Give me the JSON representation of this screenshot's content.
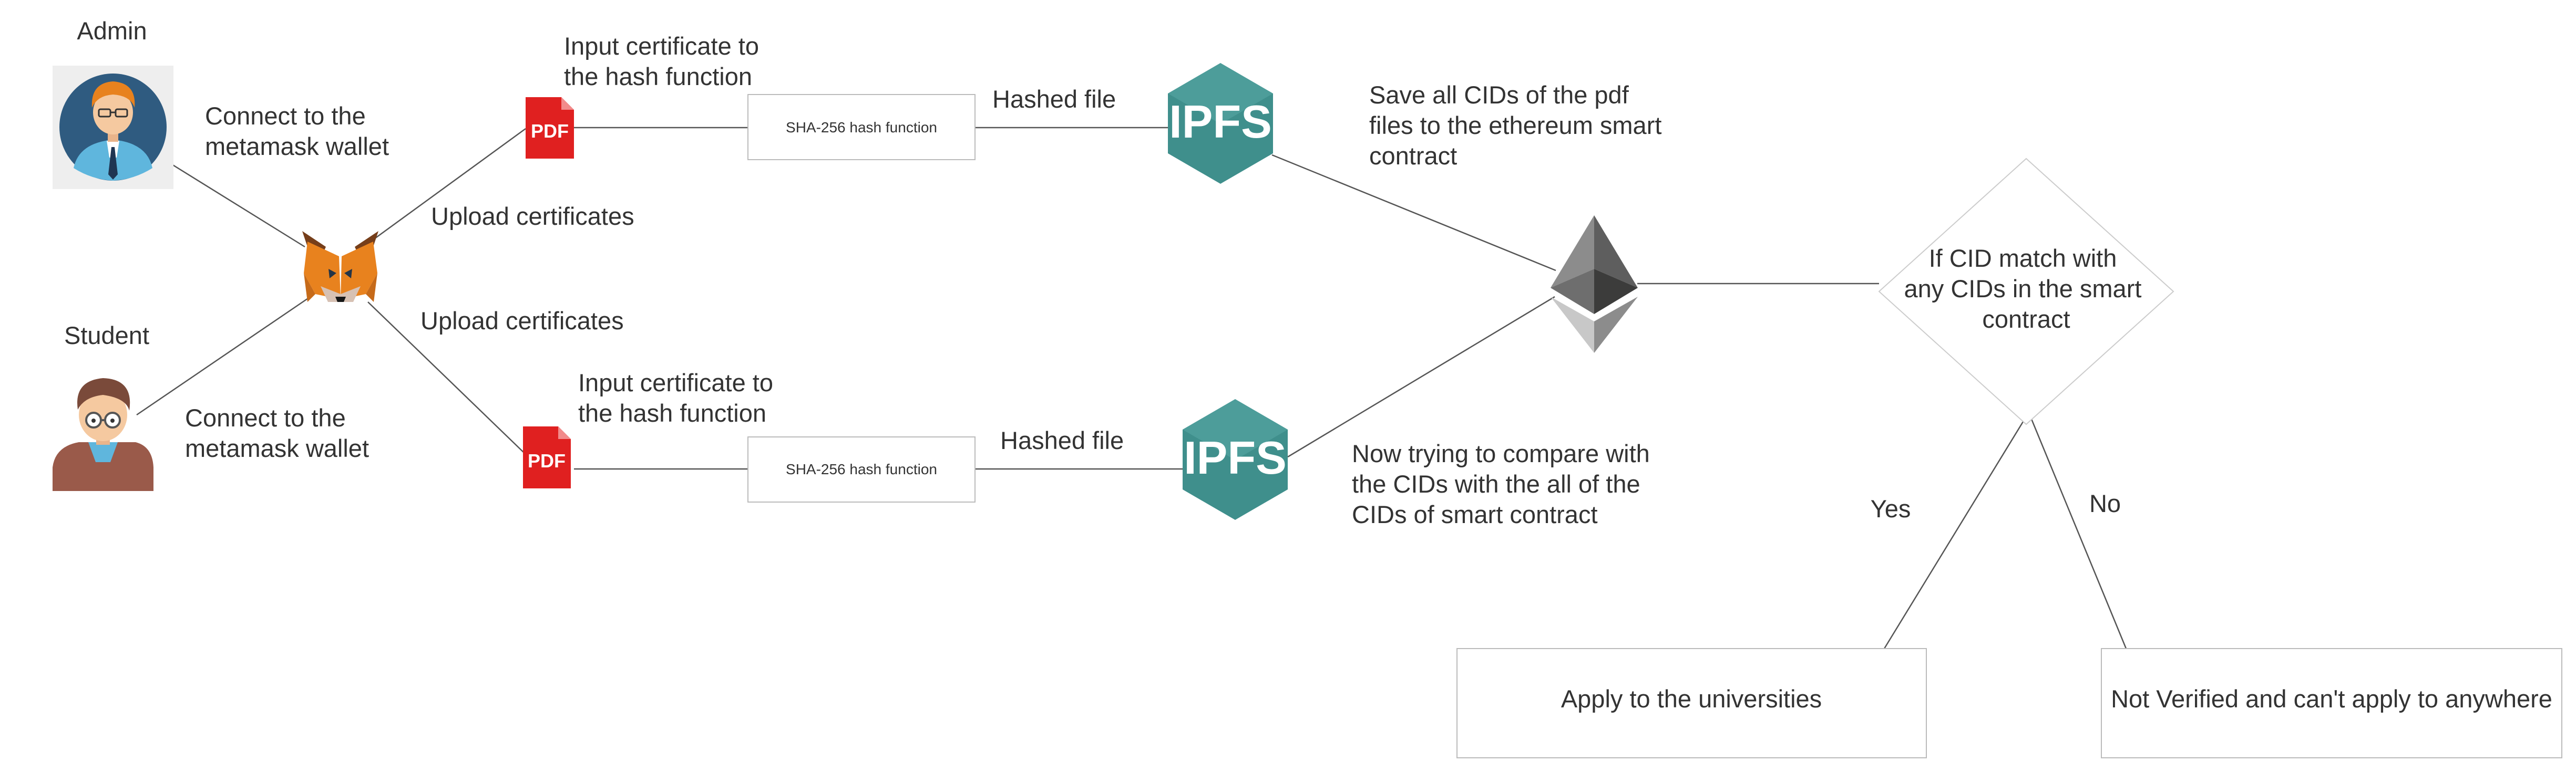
{
  "actors": {
    "admin": "Admin",
    "student": "Student"
  },
  "admin_connect": [
    "Connect to the",
    "metamask wallet"
  ],
  "student_connect": [
    "Connect to the",
    "metamask wallet"
  ],
  "upload_top": "Upload certificates",
  "upload_bottom": "Upload certificates",
  "input_top": [
    "Input certificate to",
    "the hash function"
  ],
  "input_bottom": [
    "Input certificate to",
    "the hash function"
  ],
  "hash_box_top": "SHA-256 hash function",
  "hash_box_bottom": "SHA-256 hash function",
  "hashed_top": "Hashed file",
  "hashed_bottom": "Hashed file",
  "pdf_label": "PDF",
  "ipfs_label": "IPFS",
  "save_note": [
    "Save all CIDs of the pdf",
    "files to the ethereum smart",
    "contract"
  ],
  "compare_note": [
    "Now trying to compare with",
    "the CIDs with the all of the",
    "CIDs of smart contract"
  ],
  "decision": [
    "If CID match with",
    "any CIDs in the smart",
    "contract"
  ],
  "yes": "Yes",
  "no": "No",
  "outcome_yes": "Apply to the universities",
  "outcome_no": "Not Verified and can't apply to anywhere",
  "colors": {
    "ipfs": "#3f8f8c",
    "pdf": "#e02020",
    "fox_orange": "#e8821e",
    "fox_dark": "#763e1a",
    "eth_dark": "#3c3c3b",
    "eth_mid": "#8c8c8c",
    "eth_light": "#c8c8c8",
    "admin_circle": "#2f5b80",
    "student_shirt": "#9a5a4a"
  },
  "icons": [
    "admin-avatar-icon",
    "student-avatar-icon",
    "metamask-fox-icon",
    "pdf-file-icon",
    "ipfs-hexagon-icon",
    "ethereum-icon"
  ]
}
